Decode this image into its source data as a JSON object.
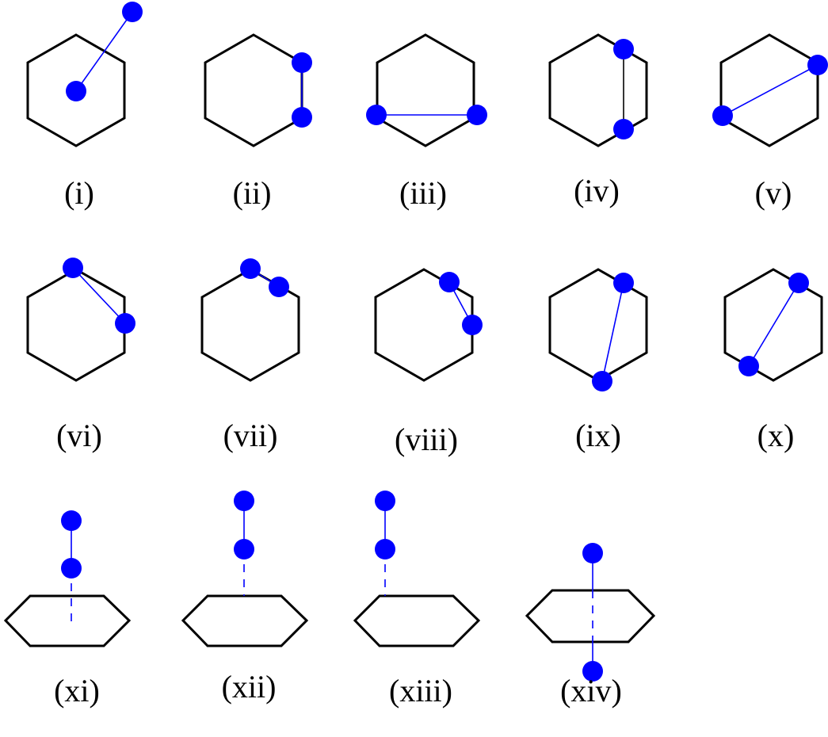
{
  "colors": {
    "molecule": "#0000ff",
    "ring": "#000000",
    "background": "#ffffff"
  },
  "panels": [
    {
      "label": "(i)"
    },
    {
      "label": "(ii)"
    },
    {
      "label": "(iii)"
    },
    {
      "label": "(iv)"
    },
    {
      "label": "(v)"
    },
    {
      "label": "(vi)"
    },
    {
      "label": "(vii)"
    },
    {
      "label": "(viii)"
    },
    {
      "label": "(ix)"
    },
    {
      "label": "(x)"
    },
    {
      "label": "(xi)"
    },
    {
      "label": "(xii)"
    },
    {
      "label": "(xiii)"
    },
    {
      "label": "(xiv)"
    }
  ]
}
